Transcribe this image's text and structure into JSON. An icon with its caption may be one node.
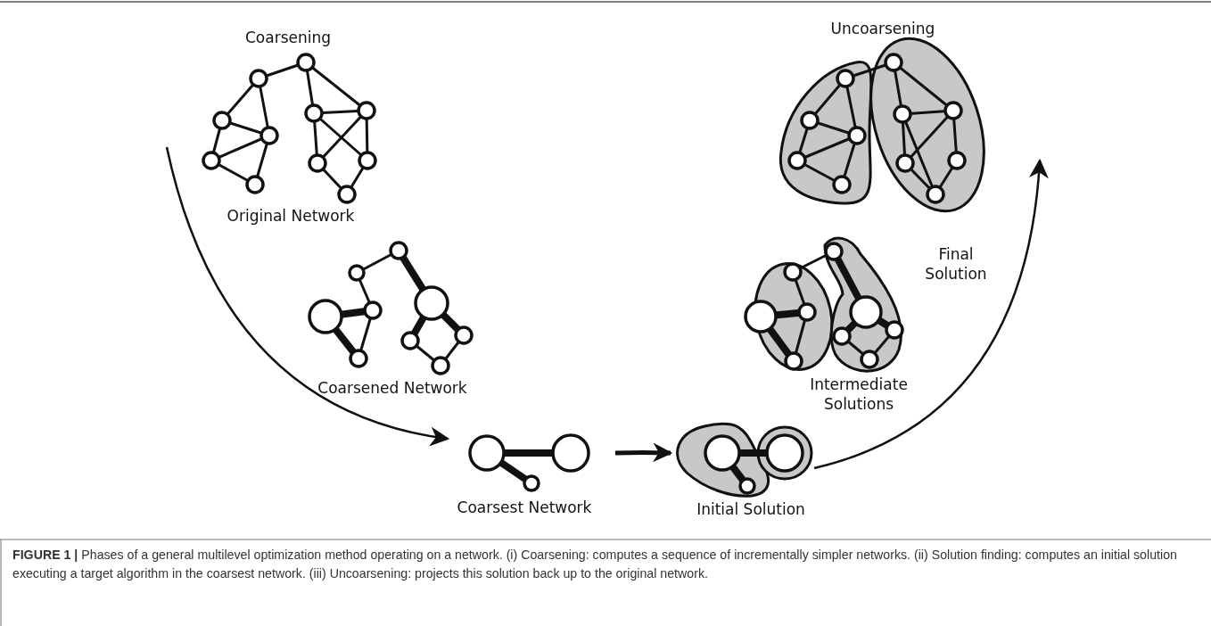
{
  "diagram": {
    "caption": "**FIGURE 1 |** Phases of a general multilevel optimization method operating on a network. (i) Coarsening: computes a sequence of incrementally simpler networks. (ii) Solution finding: computes an initial solution executing a target algorithm in the coarsest network. (iii) Uncoarsening: projects this solution back up to the original network.",
    "nodes": [
      {
        "text": [
          "Original Network"
        ]
      },
      {
        "text": [
          "Coarsened Network"
        ]
      },
      {
        "text": [
          "Coarsest Network"
        ]
      },
      {
        "text": [
          "Initial Solution"
        ]
      },
      {
        "text": [
          "Intermediate Solutions"
        ]
      },
      {
        "text": [
          "Final Solution"
        ]
      }
    ],
    "edges": [
      {
        "from": 0,
        "to": 2,
        "arrow": "to"
      },
      {
        "from": 2,
        "to": 3,
        "arrow": "to",
        "style": "thick"
      },
      {
        "from": 3,
        "to": 5,
        "arrow": "to"
      }
    ],
    "labels": [
      "Coarsening",
      "Uncoarsening"
    ]
  }
}
